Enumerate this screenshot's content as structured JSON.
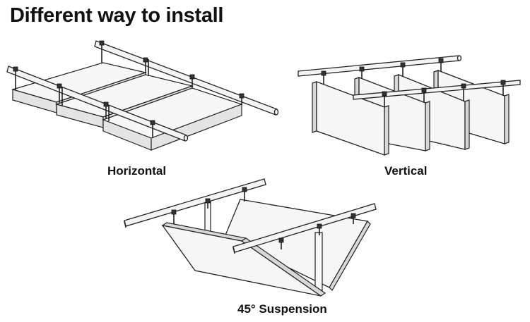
{
  "title": "Different way to install",
  "sections": [
    {
      "id": "horizontal",
      "label": "Horizontal"
    },
    {
      "id": "vertical",
      "label": "Vertical"
    },
    {
      "id": "suspension",
      "label": "45° Suspension"
    }
  ]
}
